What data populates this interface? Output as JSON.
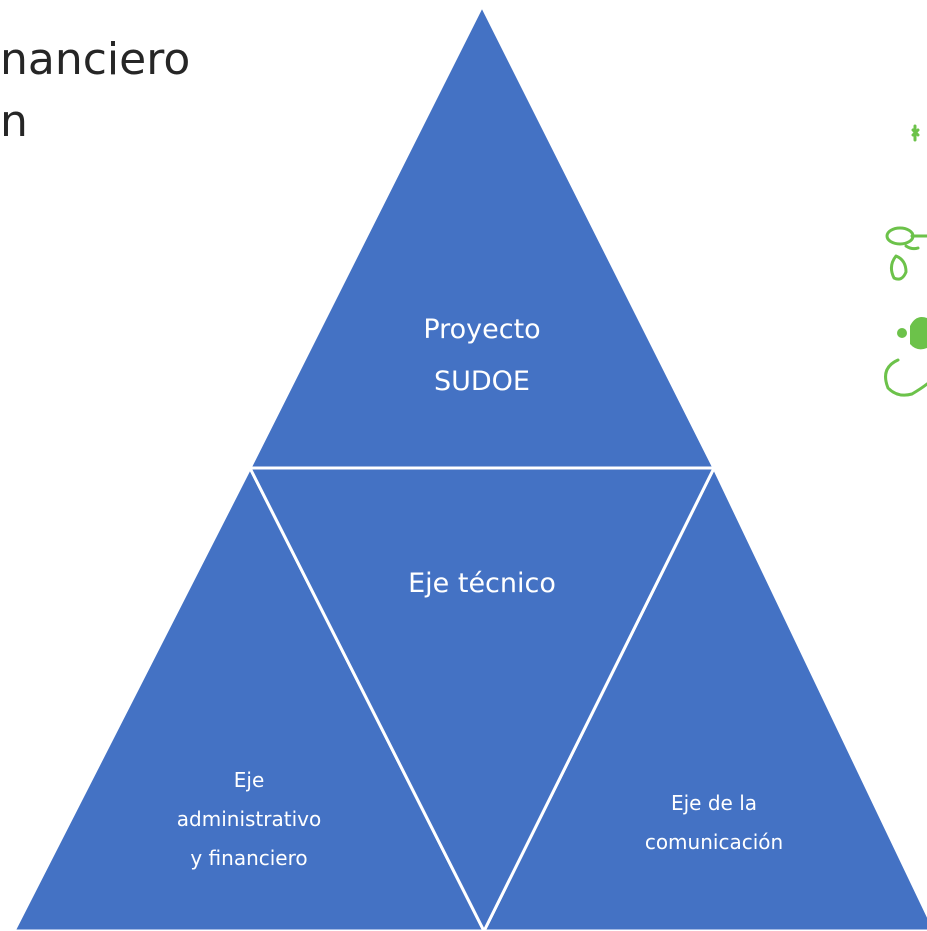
{
  "background": {
    "title_line_1": "nanciero",
    "title_line_2": "n"
  },
  "diagram": {
    "top": {
      "lines": [
        "Proyecto",
        "SUDOE"
      ]
    },
    "center": {
      "lines": [
        "Eje técnico"
      ]
    },
    "bottom_left": {
      "lines": [
        "Eje",
        "administrativo",
        "y financiero"
      ]
    },
    "bottom_right": {
      "lines": [
        "Eje de la",
        "comunicación"
      ]
    }
  },
  "colors": {
    "triangle_fill": "#4472c4",
    "triangle_stroke": "#ffffff",
    "label_text": "#ffffff",
    "background_text": "#262626",
    "decoration": "#6cc24a"
  },
  "icons": [
    "green-logo-decoration-icon"
  ]
}
